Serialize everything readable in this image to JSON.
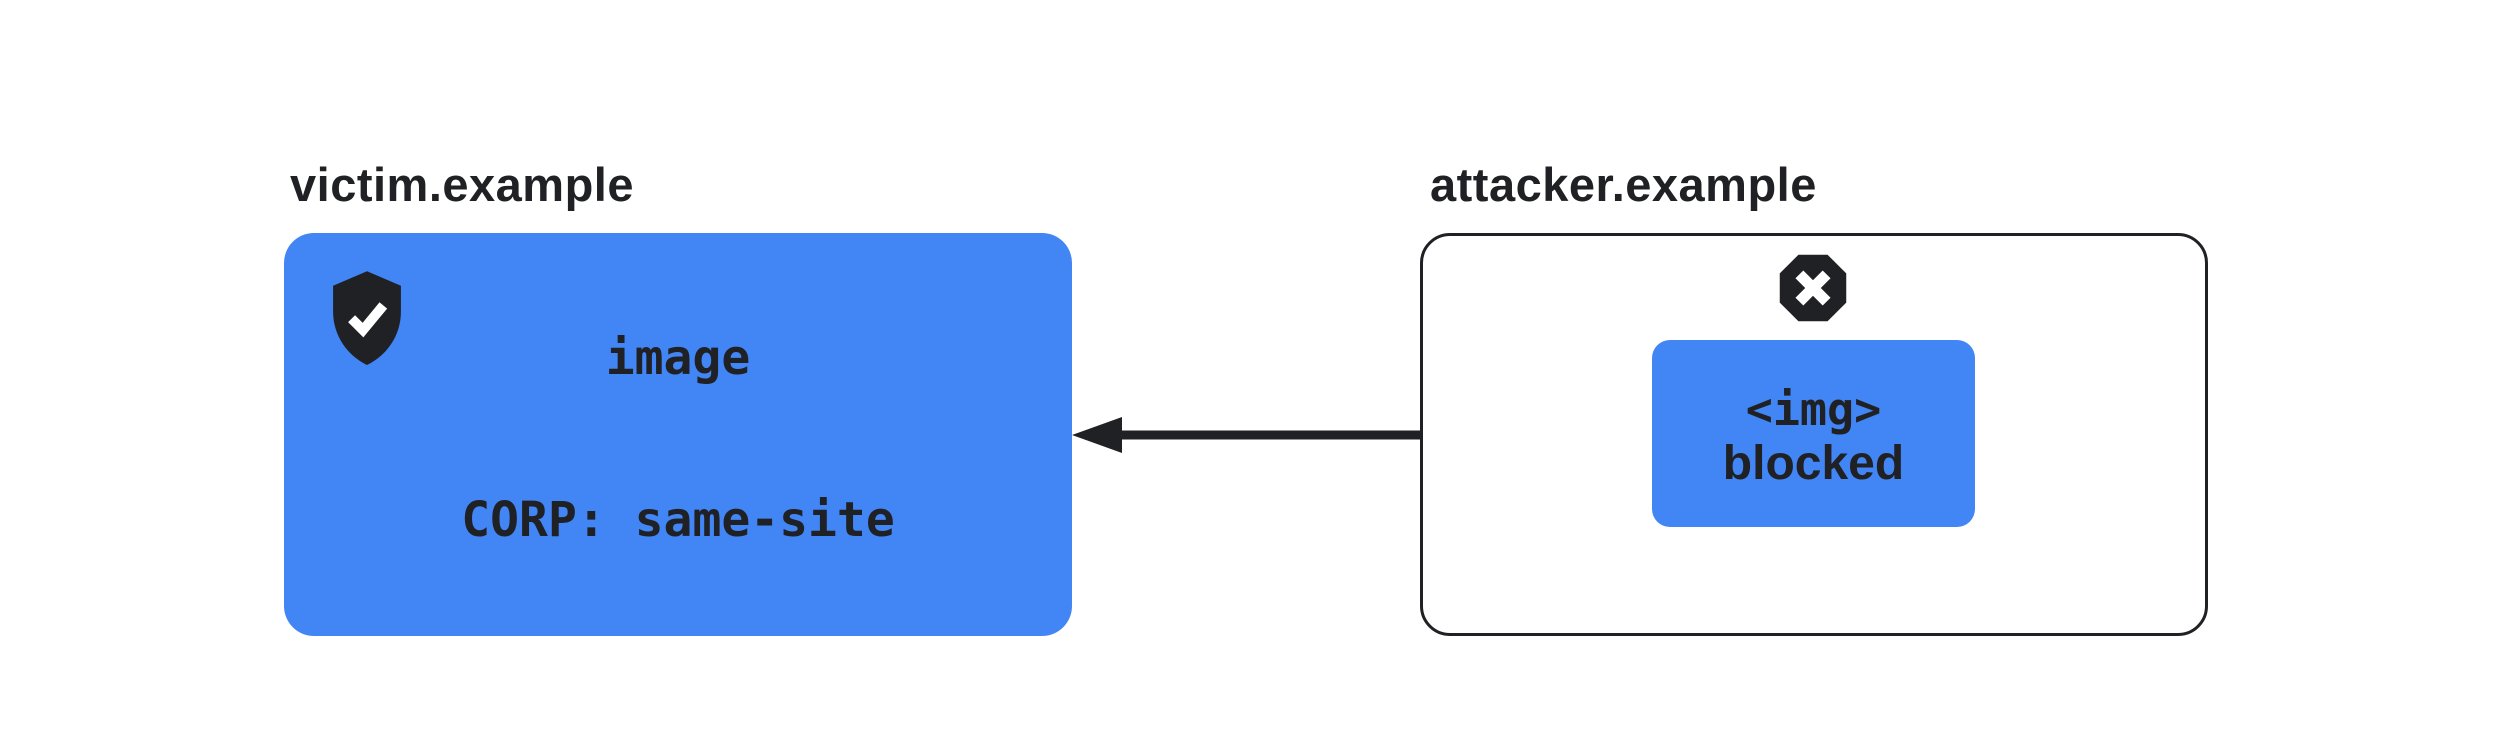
{
  "victim": {
    "title": "victim.example",
    "card": {
      "icon": "shield-check-icon",
      "line1": "image",
      "line2": "CORP: same-site"
    }
  },
  "attacker": {
    "title": "attacker.example",
    "icon": "blocked-x-octagon-icon",
    "request_card": {
      "line1": "<img>",
      "line2": "blocked"
    }
  },
  "arrow": {
    "name": "cross-origin-request-arrow",
    "direction": "right-to-left"
  },
  "colors": {
    "accent_blue": "#4285F4",
    "ink_dark": "#202124",
    "background": "#ffffff",
    "icon_glyph_white": "#ffffff"
  }
}
